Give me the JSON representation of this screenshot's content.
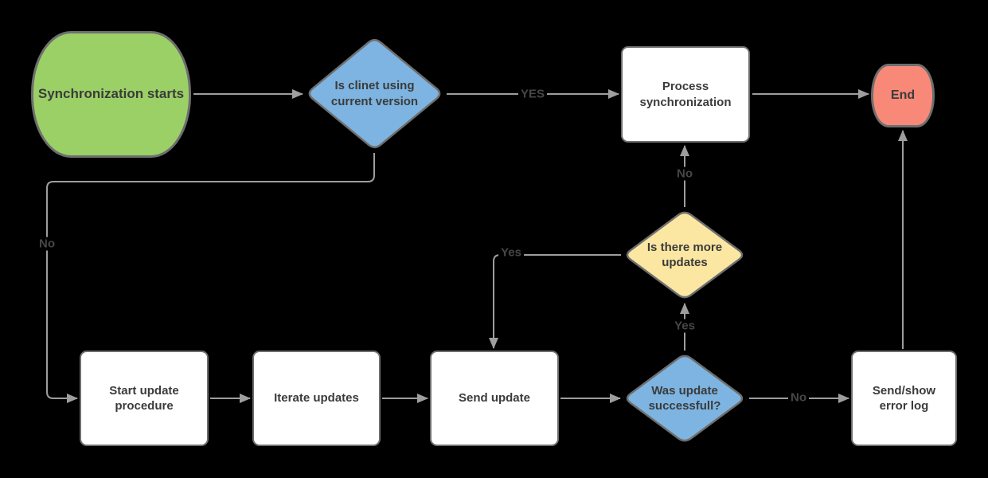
{
  "canvas": {
    "background": "#000000"
  },
  "palette": {
    "connector": "#9E9E9E",
    "shape_border": "#6E6E6E",
    "node_text": "#3B3B3B",
    "edge_label_text": "#474747"
  },
  "nodes": {
    "start": {
      "label": "Synchronization starts",
      "fill": "#9AD066",
      "shape": "start-terminator"
    },
    "client_version": {
      "label": "Is clinet using current version",
      "fill": "#7DB4E1",
      "shape": "decision"
    },
    "process_sync": {
      "label": "Process synchronization",
      "fill": "#FFFFFF",
      "shape": "process"
    },
    "end": {
      "label": "End",
      "fill": "#F88979",
      "shape": "end-terminator"
    },
    "more_updates": {
      "label": "Is there more updates",
      "fill": "#FBE7A2",
      "shape": "decision"
    },
    "start_update": {
      "label": "Start update procedure",
      "fill": "#FFFFFF",
      "shape": "process"
    },
    "iterate_updates": {
      "label": "Iterate updates",
      "fill": "#FFFFFF",
      "shape": "process"
    },
    "send_update": {
      "label": "Send update",
      "fill": "#FFFFFF",
      "shape": "process"
    },
    "update_success": {
      "label": "Was update successfull?",
      "fill": "#7DB4E1",
      "shape": "decision"
    },
    "error_log": {
      "label": "Send/show error log",
      "fill": "#FFFFFF",
      "shape": "process"
    }
  },
  "edge_labels": {
    "client_yes": "YES",
    "client_no": "No",
    "more_updates_no": "No",
    "more_updates_yes": "Yes",
    "update_success_yes": "Yes",
    "update_success_no": "No"
  }
}
